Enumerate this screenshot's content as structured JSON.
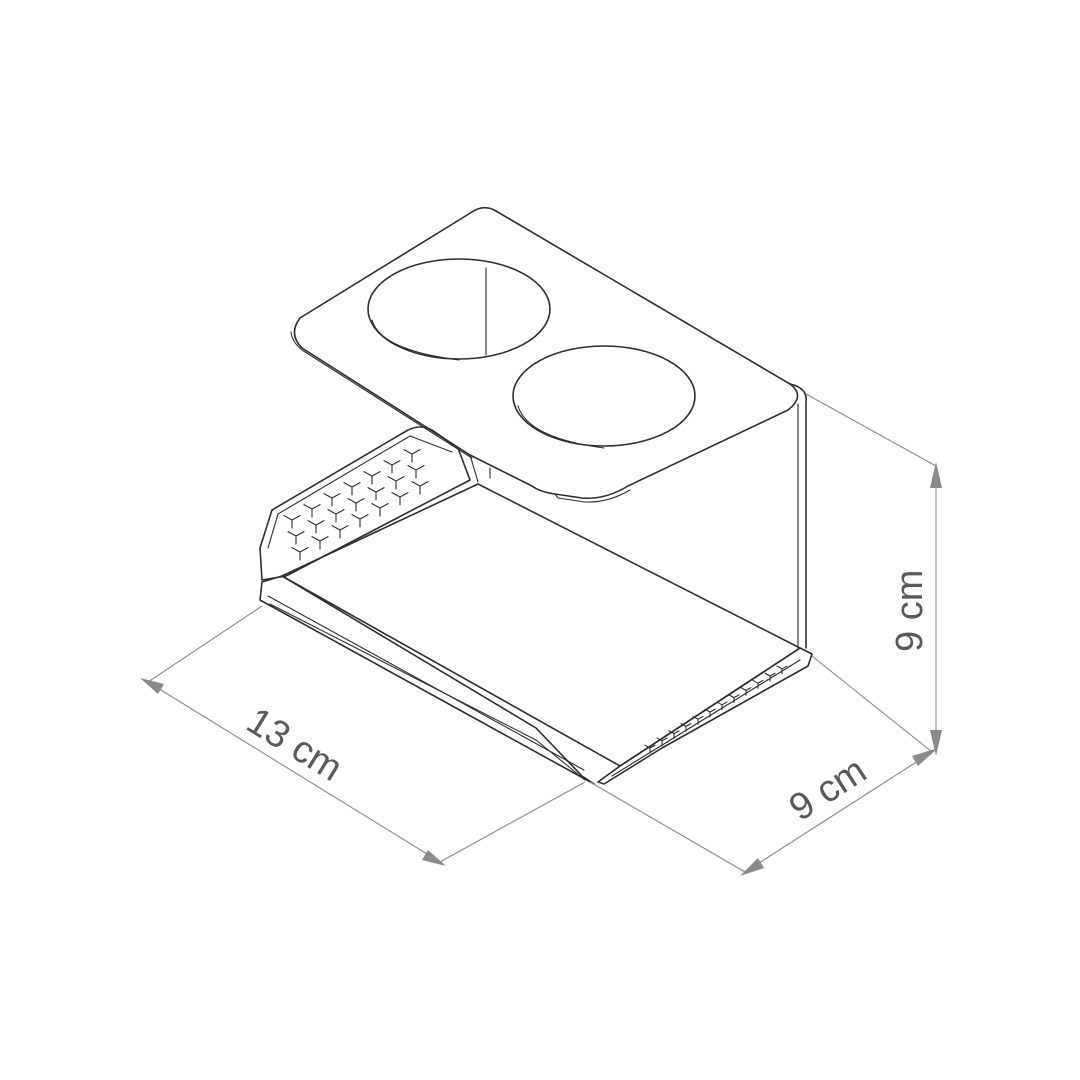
{
  "dimensions": {
    "width_label": "13 cm",
    "depth_label": "9 cm",
    "height_label": "9 cm"
  },
  "colors": {
    "line": "#2e2e2e",
    "dimension": "#8a8a8a",
    "label": "#5a5a5a",
    "background": "#ffffff"
  }
}
